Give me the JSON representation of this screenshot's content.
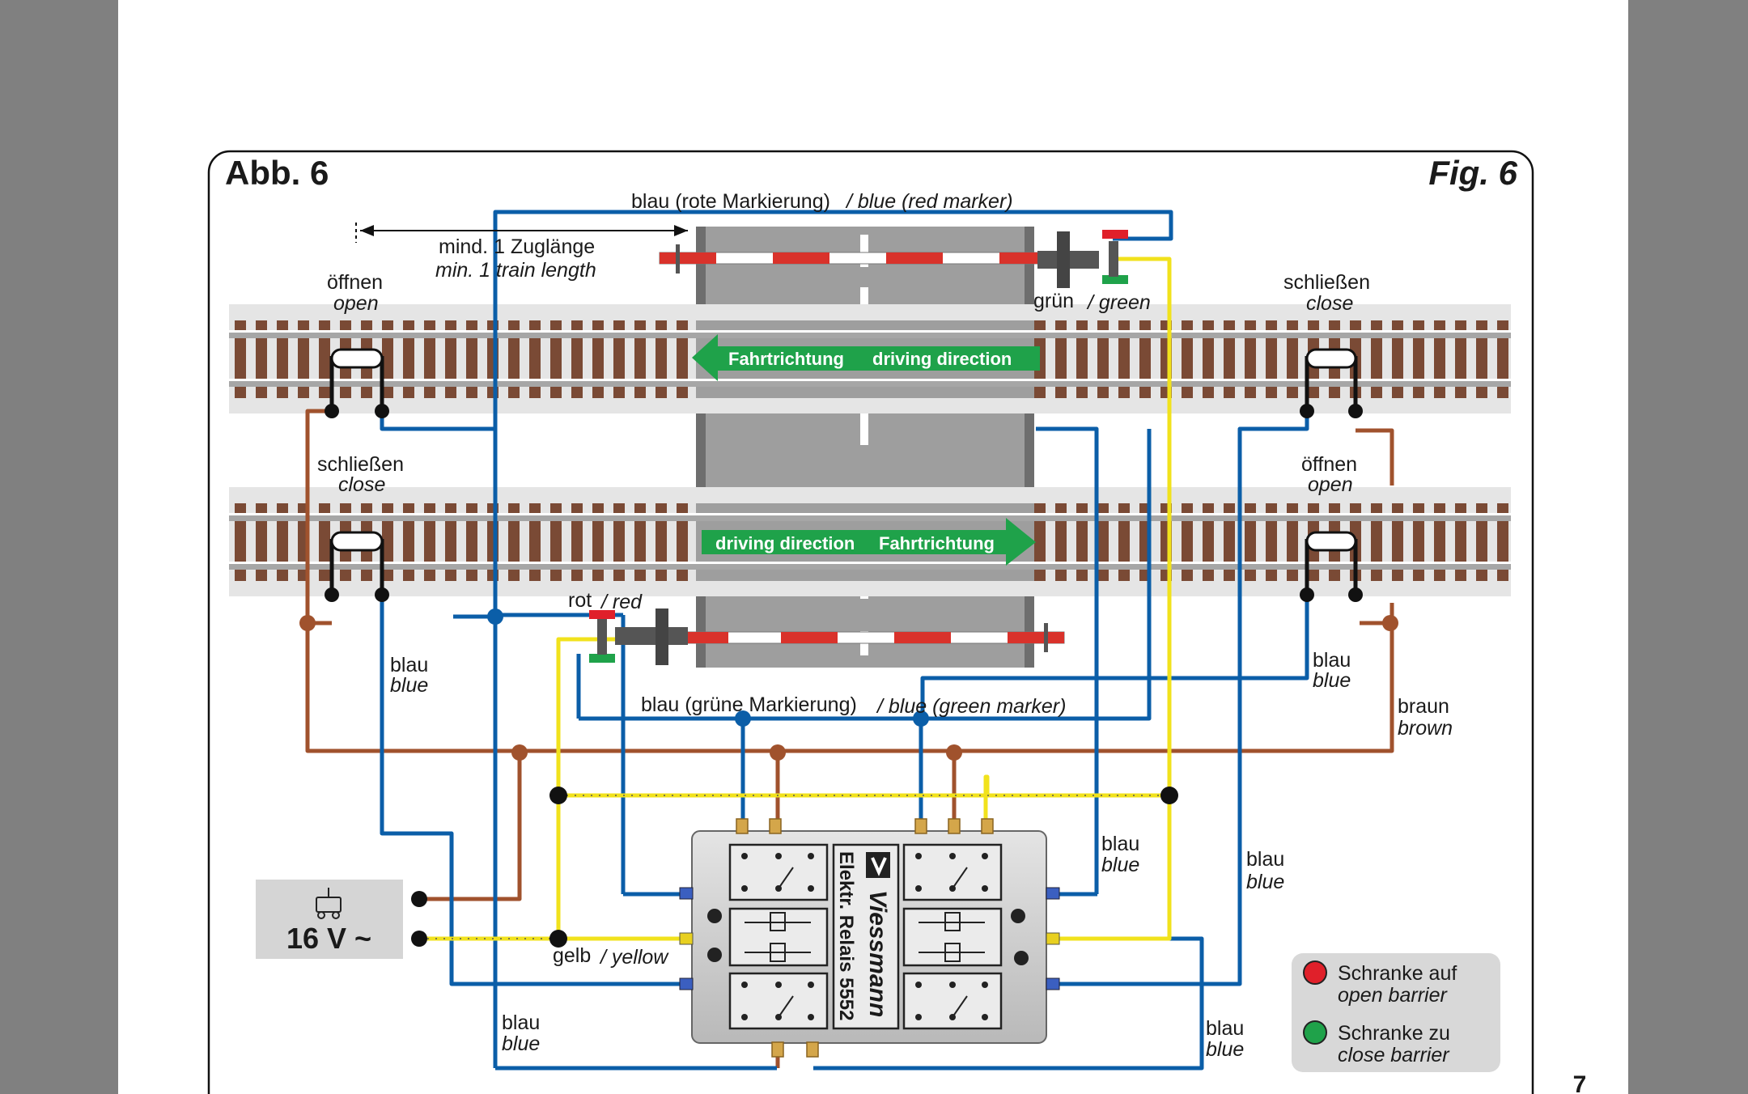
{
  "figure": {
    "label_de": "Abb. 6",
    "label_en": "Fig. 6",
    "page_number": "7"
  },
  "measure": {
    "de": "mind. 1 Zuglänge",
    "en": "min. 1 train length"
  },
  "wires": {
    "blue_red_marker_de": "blau (rote Markierung)",
    "blue_red_marker_en": "/ blue (red marker)",
    "blue_green_marker_de": "blau (grüne Markierung)",
    "blue_green_marker_en": "/ blue (green marker)",
    "blau": "blau",
    "blue": "blue",
    "braun": "braun",
    "brown": "brown",
    "gelb": "gelb",
    "yellow": "/ yellow"
  },
  "signals": {
    "green_de": "grün",
    "green_en": "/ green",
    "red_de": "rot",
    "red_en": "/ red"
  },
  "contacts": {
    "open_de": "öffnen",
    "open_en": "open",
    "close_de": "schließen",
    "close_en": "close"
  },
  "directions": {
    "top_de": "Fahrtrichtung",
    "top_en": "driving direction",
    "bottom_en": "driving direction",
    "bottom_de": "Fahrtrichtung"
  },
  "power": {
    "label": "16 V ~"
  },
  "relay": {
    "brand": "Viessmann",
    "name": "Elektr. Relais 5552"
  },
  "legend": [
    {
      "color": "#e0202a",
      "de": "Schranke auf",
      "en": "open barrier"
    },
    {
      "color": "#1fa24a",
      "de": "Schranke zu",
      "en": "close barrier"
    }
  ],
  "colors": {
    "blue_wire": "#0b5ea8",
    "brown_wire": "#a0522d",
    "yellow_wire": "#f1e21c",
    "track_sleeper": "#7a4a35",
    "road": "#9e9e9e",
    "direction_arrow": "#1fa24a"
  }
}
